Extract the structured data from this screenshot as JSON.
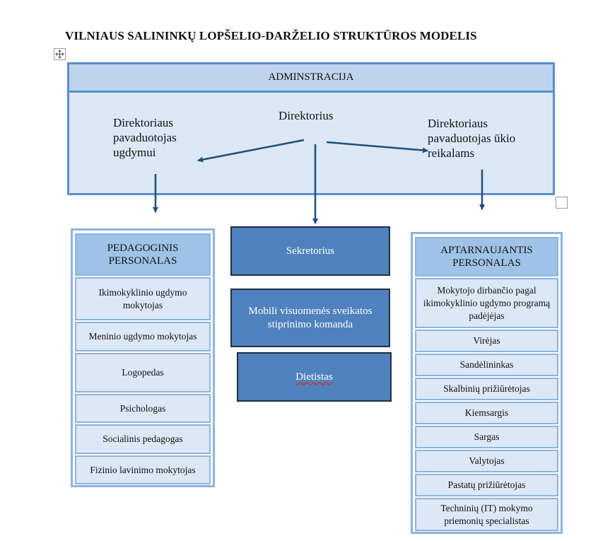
{
  "title": "VILNIAUS SALININKŲ LOPŠELIO-DARŽELIO STRUKTŪROS MODELIS",
  "administration": {
    "header": "ADMINSTRACIJA",
    "director": "Direktorius",
    "deputy_education": "Direktoriaus pavaduotojas ugdymui",
    "deputy_economy": "Direktoriaus pavaduotojas ūkio reikalams"
  },
  "pedagogical": {
    "header": "PEDAGOGINIS PERSONALAS",
    "items": [
      "Ikimokyklinio ugdymo mokytojas",
      "Meninio ugdymo mokytojas",
      "Logopedas",
      "Psichologas",
      "Socialinis pedagogas",
      "Fizinio lavinimo mokytojas"
    ]
  },
  "center": {
    "items": [
      "Sekretorius",
      "Mobili visuomenės sveikatos stiprinimo komanda",
      "Dietistas"
    ]
  },
  "service": {
    "header": "APTARNAUJANTIS PERSONALAS",
    "items": [
      "Mokytojo dirbančio pagal ikimokyklinio ugdymo programą padėjėjas",
      "Virėjas",
      "Sandėlininkas",
      "Skalbinių prižiūrėtojas",
      "Kiemsargis",
      "Sargas",
      "Valytojas",
      "Pastatų prižiūrėtojas",
      "Techninių (IT) mokymo priemonių specialistas"
    ]
  },
  "colors": {
    "frame": "#5b8fc9",
    "light_fill": "#dce8f5",
    "header_fill": "#9fc3e7",
    "dark_fill": "#4f81bd",
    "arrow": "#1f4e79"
  },
  "icons": {
    "move_handle": "move-arrows-icon",
    "resize_handle": "resize-square-icon"
  }
}
